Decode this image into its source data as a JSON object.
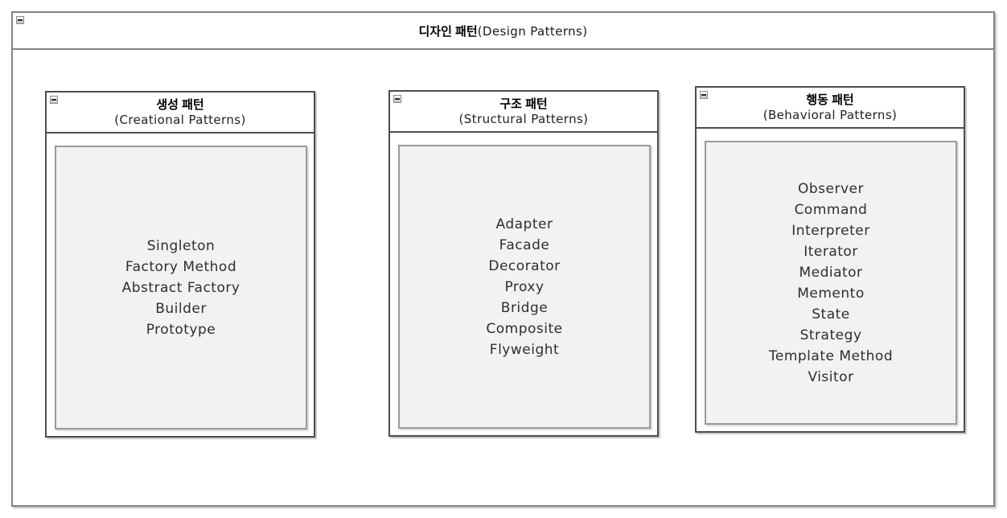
{
  "diagram": {
    "title_ko": "디자인 패턴",
    "title_en": "(Design Patterns)",
    "groups": [
      {
        "title_ko": "생성 패턴",
        "title_en": "(Creational Patterns)",
        "items": [
          "Singleton",
          "Factory Method",
          "Abstract Factory",
          "Builder",
          "Prototype"
        ]
      },
      {
        "title_ko": "구조 패턴",
        "title_en": "(Structural Patterns)",
        "items": [
          "Adapter",
          "Facade",
          "Decorator",
          "Proxy",
          "Bridge",
          "Composite",
          "Flyweight"
        ]
      },
      {
        "title_ko": "행동 패턴",
        "title_en": "(Behavioral Patterns)",
        "items": [
          "Observer",
          "Command",
          "Interpreter",
          "Iterator",
          "Mediator",
          "Memento",
          "State",
          "Strategy",
          "Template Method",
          "Visitor"
        ]
      }
    ],
    "icons": {
      "collapse": "minus-square"
    },
    "colors": {
      "frame_border": "#848484",
      "card_border": "#4d4d4d",
      "inner_box_fill": "#f2f2f2",
      "inner_box_border": "#9a9a9a",
      "text": "#2e2e2e",
      "background": "#ffffff"
    }
  }
}
